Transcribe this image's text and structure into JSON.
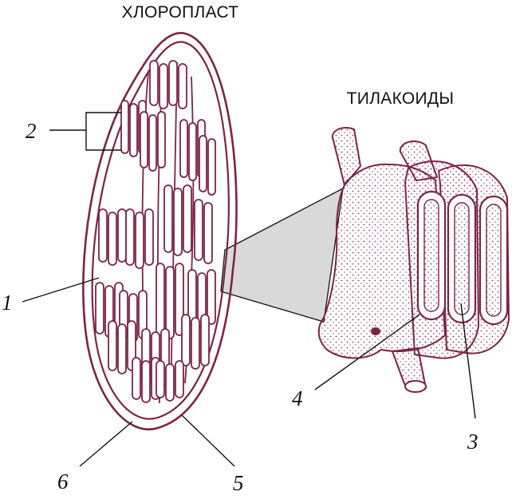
{
  "labels": {
    "chloroplast_title": "ХЛОРОПЛАСТ",
    "thylakoids_title": "ТИЛАКОИДЫ",
    "n1": "1",
    "n2": "2",
    "n3": "3",
    "n4": "4",
    "n5": "5",
    "n6": "6"
  },
  "colors": {
    "membrane": "#7c2444",
    "stipple": "#9a3a5e",
    "connector_fill": "#d9d9d9",
    "leader": "#111111"
  }
}
